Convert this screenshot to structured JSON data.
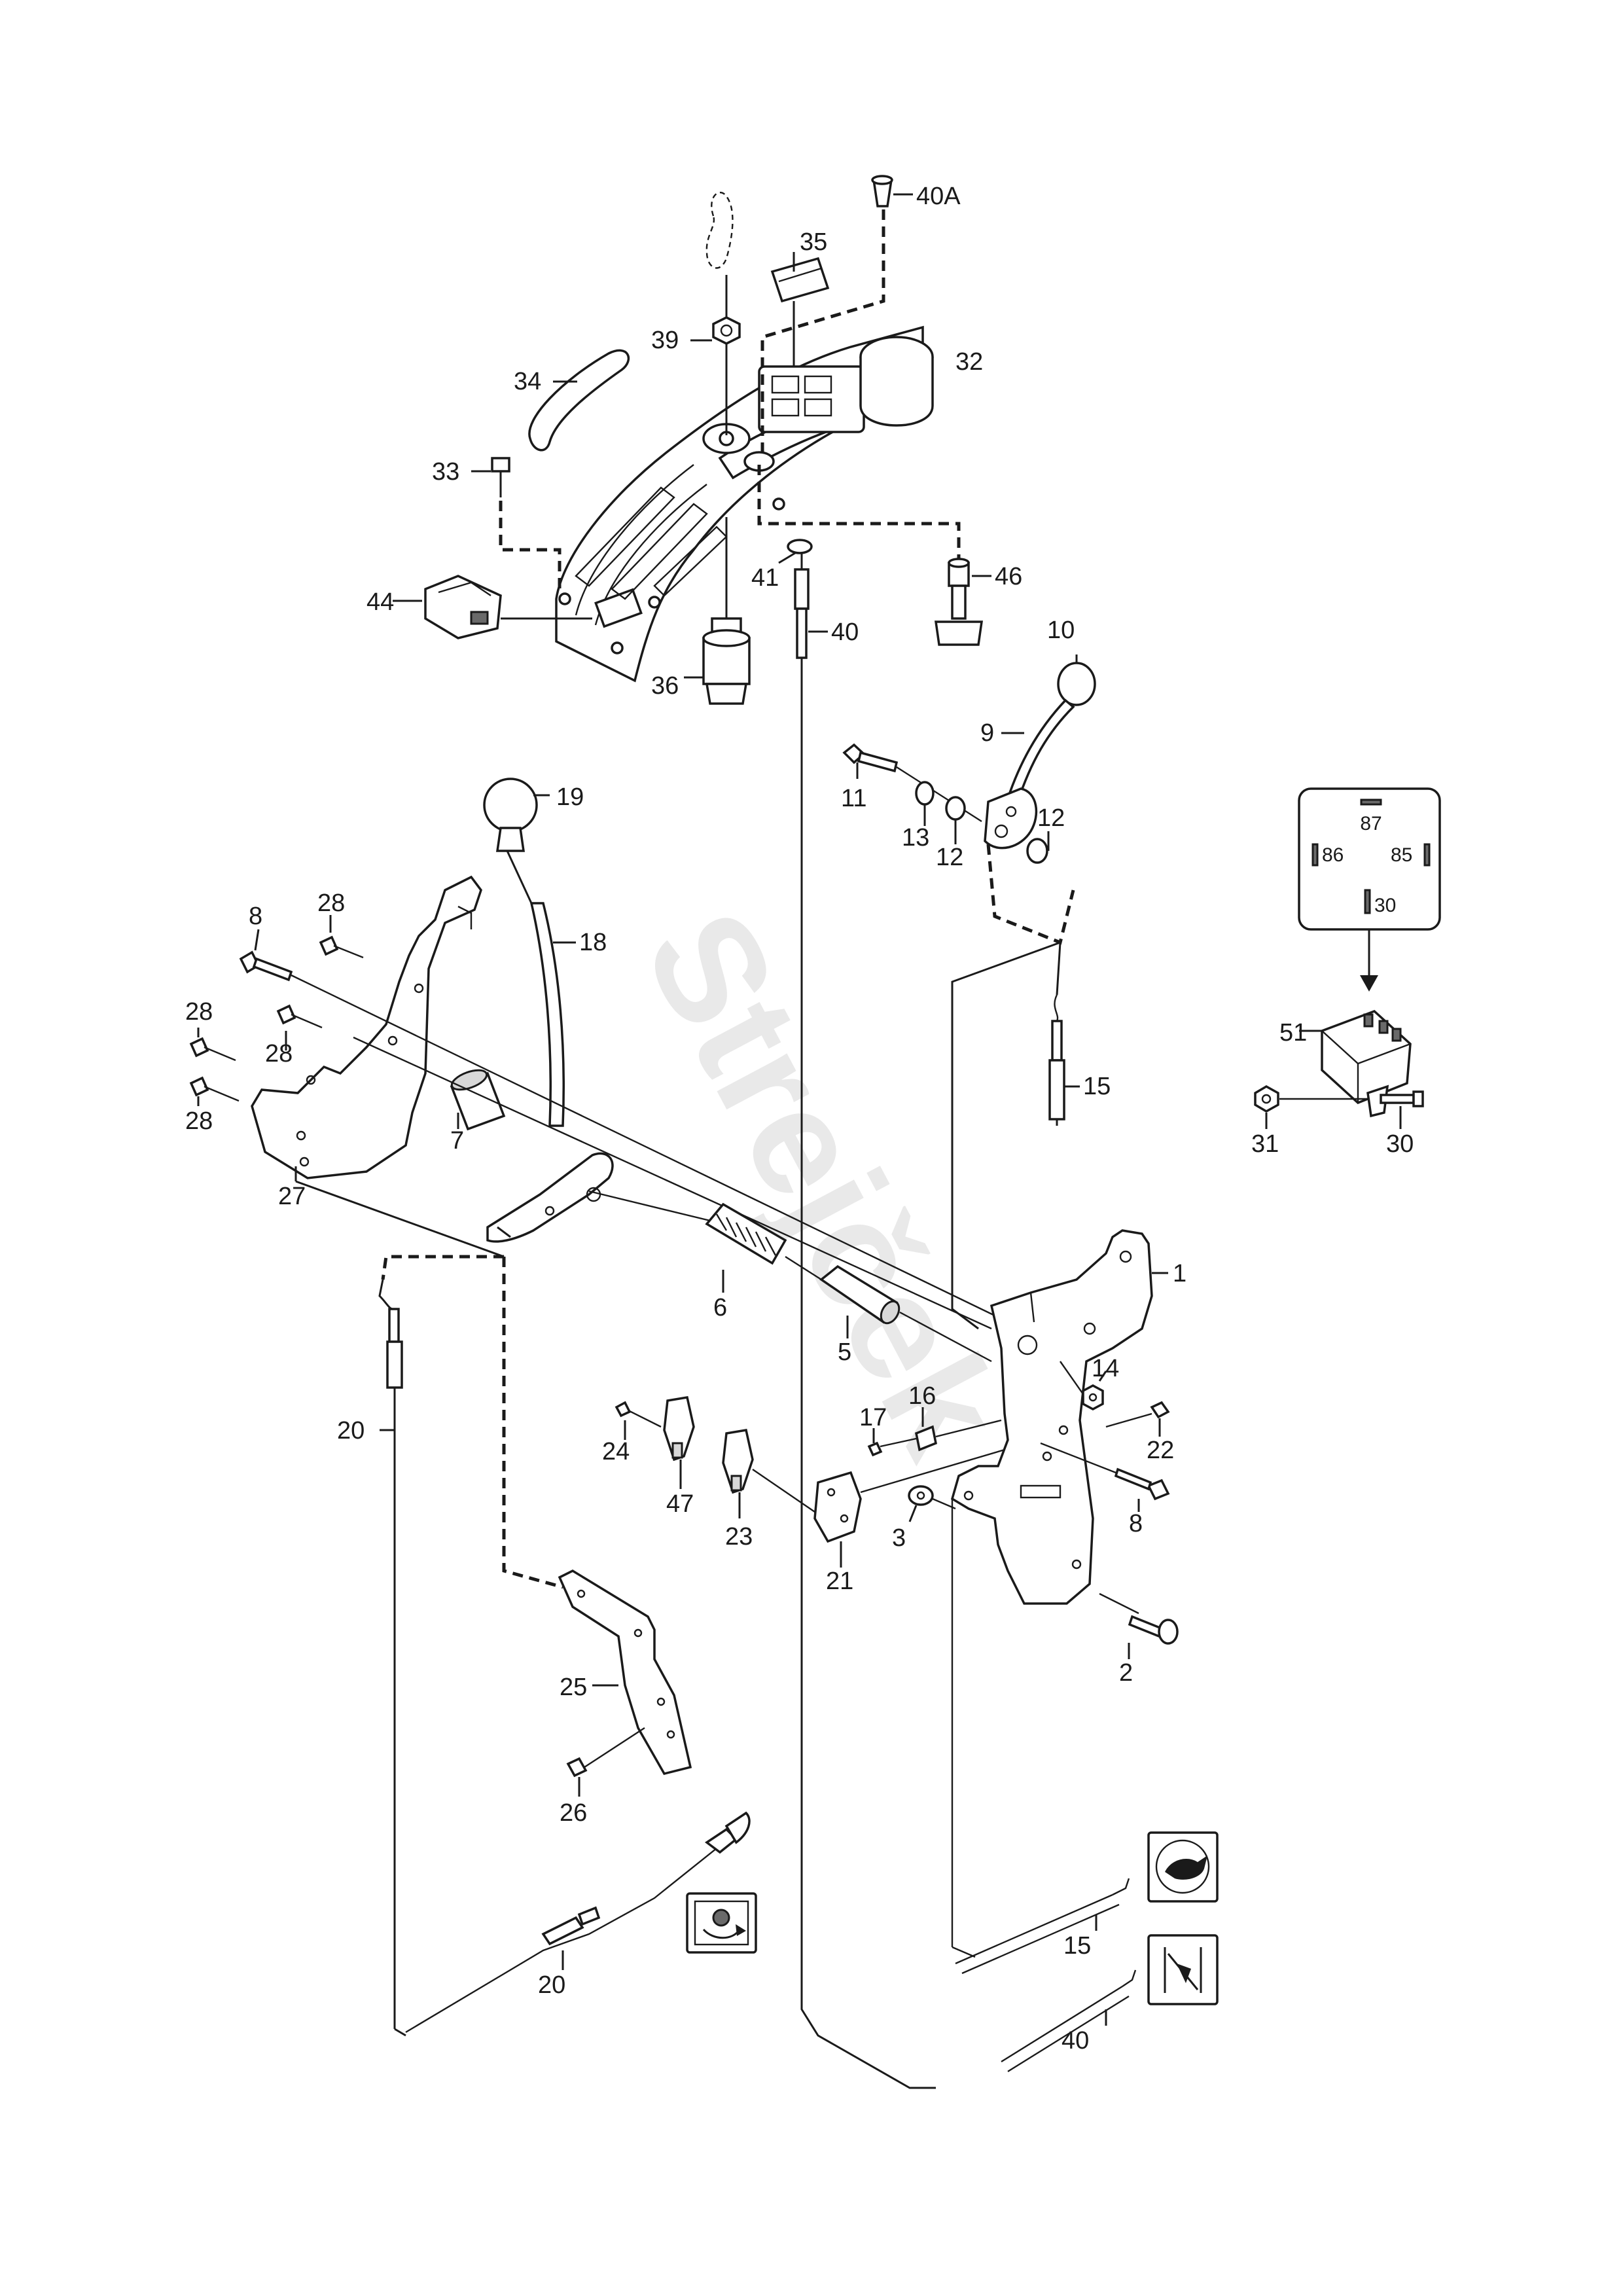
{
  "watermark": "Strejček",
  "parts": [
    {
      "id": "p1",
      "label": "1"
    },
    {
      "id": "p2",
      "label": "2"
    },
    {
      "id": "p3",
      "label": "3"
    },
    {
      "id": "p5",
      "label": "5"
    },
    {
      "id": "p6",
      "label": "6"
    },
    {
      "id": "p7",
      "label": "7"
    },
    {
      "id": "p8a",
      "label": "8"
    },
    {
      "id": "p8b",
      "label": "8"
    },
    {
      "id": "p9",
      "label": "9"
    },
    {
      "id": "p10",
      "label": "10"
    },
    {
      "id": "p11",
      "label": "11"
    },
    {
      "id": "p12a",
      "label": "12"
    },
    {
      "id": "p12b",
      "label": "12"
    },
    {
      "id": "p13",
      "label": "13"
    },
    {
      "id": "p14",
      "label": "14"
    },
    {
      "id": "p15a",
      "label": "15"
    },
    {
      "id": "p15b",
      "label": "15"
    },
    {
      "id": "p16",
      "label": "16"
    },
    {
      "id": "p17",
      "label": "17"
    },
    {
      "id": "p18",
      "label": "18"
    },
    {
      "id": "p19",
      "label": "19"
    },
    {
      "id": "p20a",
      "label": "20"
    },
    {
      "id": "p20b",
      "label": "20"
    },
    {
      "id": "p21",
      "label": "21"
    },
    {
      "id": "p22",
      "label": "22"
    },
    {
      "id": "p23",
      "label": "23"
    },
    {
      "id": "p24",
      "label": "24"
    },
    {
      "id": "p25",
      "label": "25"
    },
    {
      "id": "p26",
      "label": "26"
    },
    {
      "id": "p27",
      "label": "27"
    },
    {
      "id": "p28a",
      "label": "28"
    },
    {
      "id": "p28b",
      "label": "28"
    },
    {
      "id": "p28c",
      "label": "28"
    },
    {
      "id": "p28d",
      "label": "28"
    },
    {
      "id": "p30",
      "label": "30"
    },
    {
      "id": "p31",
      "label": "31"
    },
    {
      "id": "p32",
      "label": "32"
    },
    {
      "id": "p33",
      "label": "33"
    },
    {
      "id": "p34",
      "label": "34"
    },
    {
      "id": "p35",
      "label": "35"
    },
    {
      "id": "p36",
      "label": "36"
    },
    {
      "id": "p39",
      "label": "39"
    },
    {
      "id": "p40a",
      "label": "40"
    },
    {
      "id": "p40b",
      "label": "40"
    },
    {
      "id": "p40A",
      "label": "40A"
    },
    {
      "id": "p41",
      "label": "41"
    },
    {
      "id": "p44",
      "label": "44"
    },
    {
      "id": "p46",
      "label": "46"
    },
    {
      "id": "p47",
      "label": "47"
    },
    {
      "id": "p51",
      "label": "51"
    }
  ],
  "relay_pins": [
    "87",
    "86",
    "85",
    "30"
  ],
  "symbols": [
    "hare-speed-symbol",
    "pto-rotation-symbol",
    "parking-brake-symbol"
  ]
}
